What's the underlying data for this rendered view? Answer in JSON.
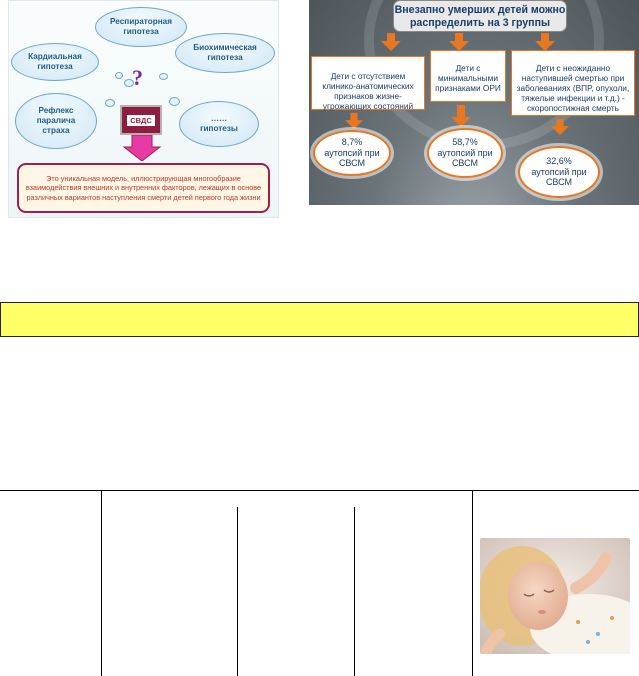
{
  "left_slide": {
    "clouds": {
      "respiratory": "Респираторная\nгипотеза",
      "cardiac": "Кардиальная\nгипотеза",
      "biochemical": "Биохимическая\nгипотеза",
      "reflex": "Рефлекс\nпаралича\nстраха",
      "other": "……\nгипотезы"
    },
    "question_mark": "?",
    "center_label": "СВДС",
    "caption": "Это уникальная модель, иллюстрирующая многообразие взаимодействия внешних и внутренних факторов, лежащих в основе различных вариантов наступления смерти детей первого года жизни"
  },
  "right_slide": {
    "title": "Внезапно умерших детей можно распределить на 3 группы",
    "groups": [
      {
        "text": "Дети с отсутствием клинико-анатомических признаков жизне-угрожающих состояний",
        "stat": "8,7%\nаутопсий при\nСВСМ"
      },
      {
        "text": "Дети с минимальными признаками ОРИ",
        "stat": "58,7%\nаутопсий при\nСВСМ"
      },
      {
        "text": "Дети с неожиданно наступившей смертью при заболеваниях (ВПР, опухоли, тяжелые инфекции и т.д.) - скоропостижная смерть",
        "stat": "32,6%\nаутопсий при\nСВСМ"
      }
    ]
  },
  "colors": {
    "accent_orange": "#e87722",
    "caption_border": "#a0204d",
    "cloud_text": "#1f5d8a",
    "yellow_bar": "#ffff66"
  }
}
